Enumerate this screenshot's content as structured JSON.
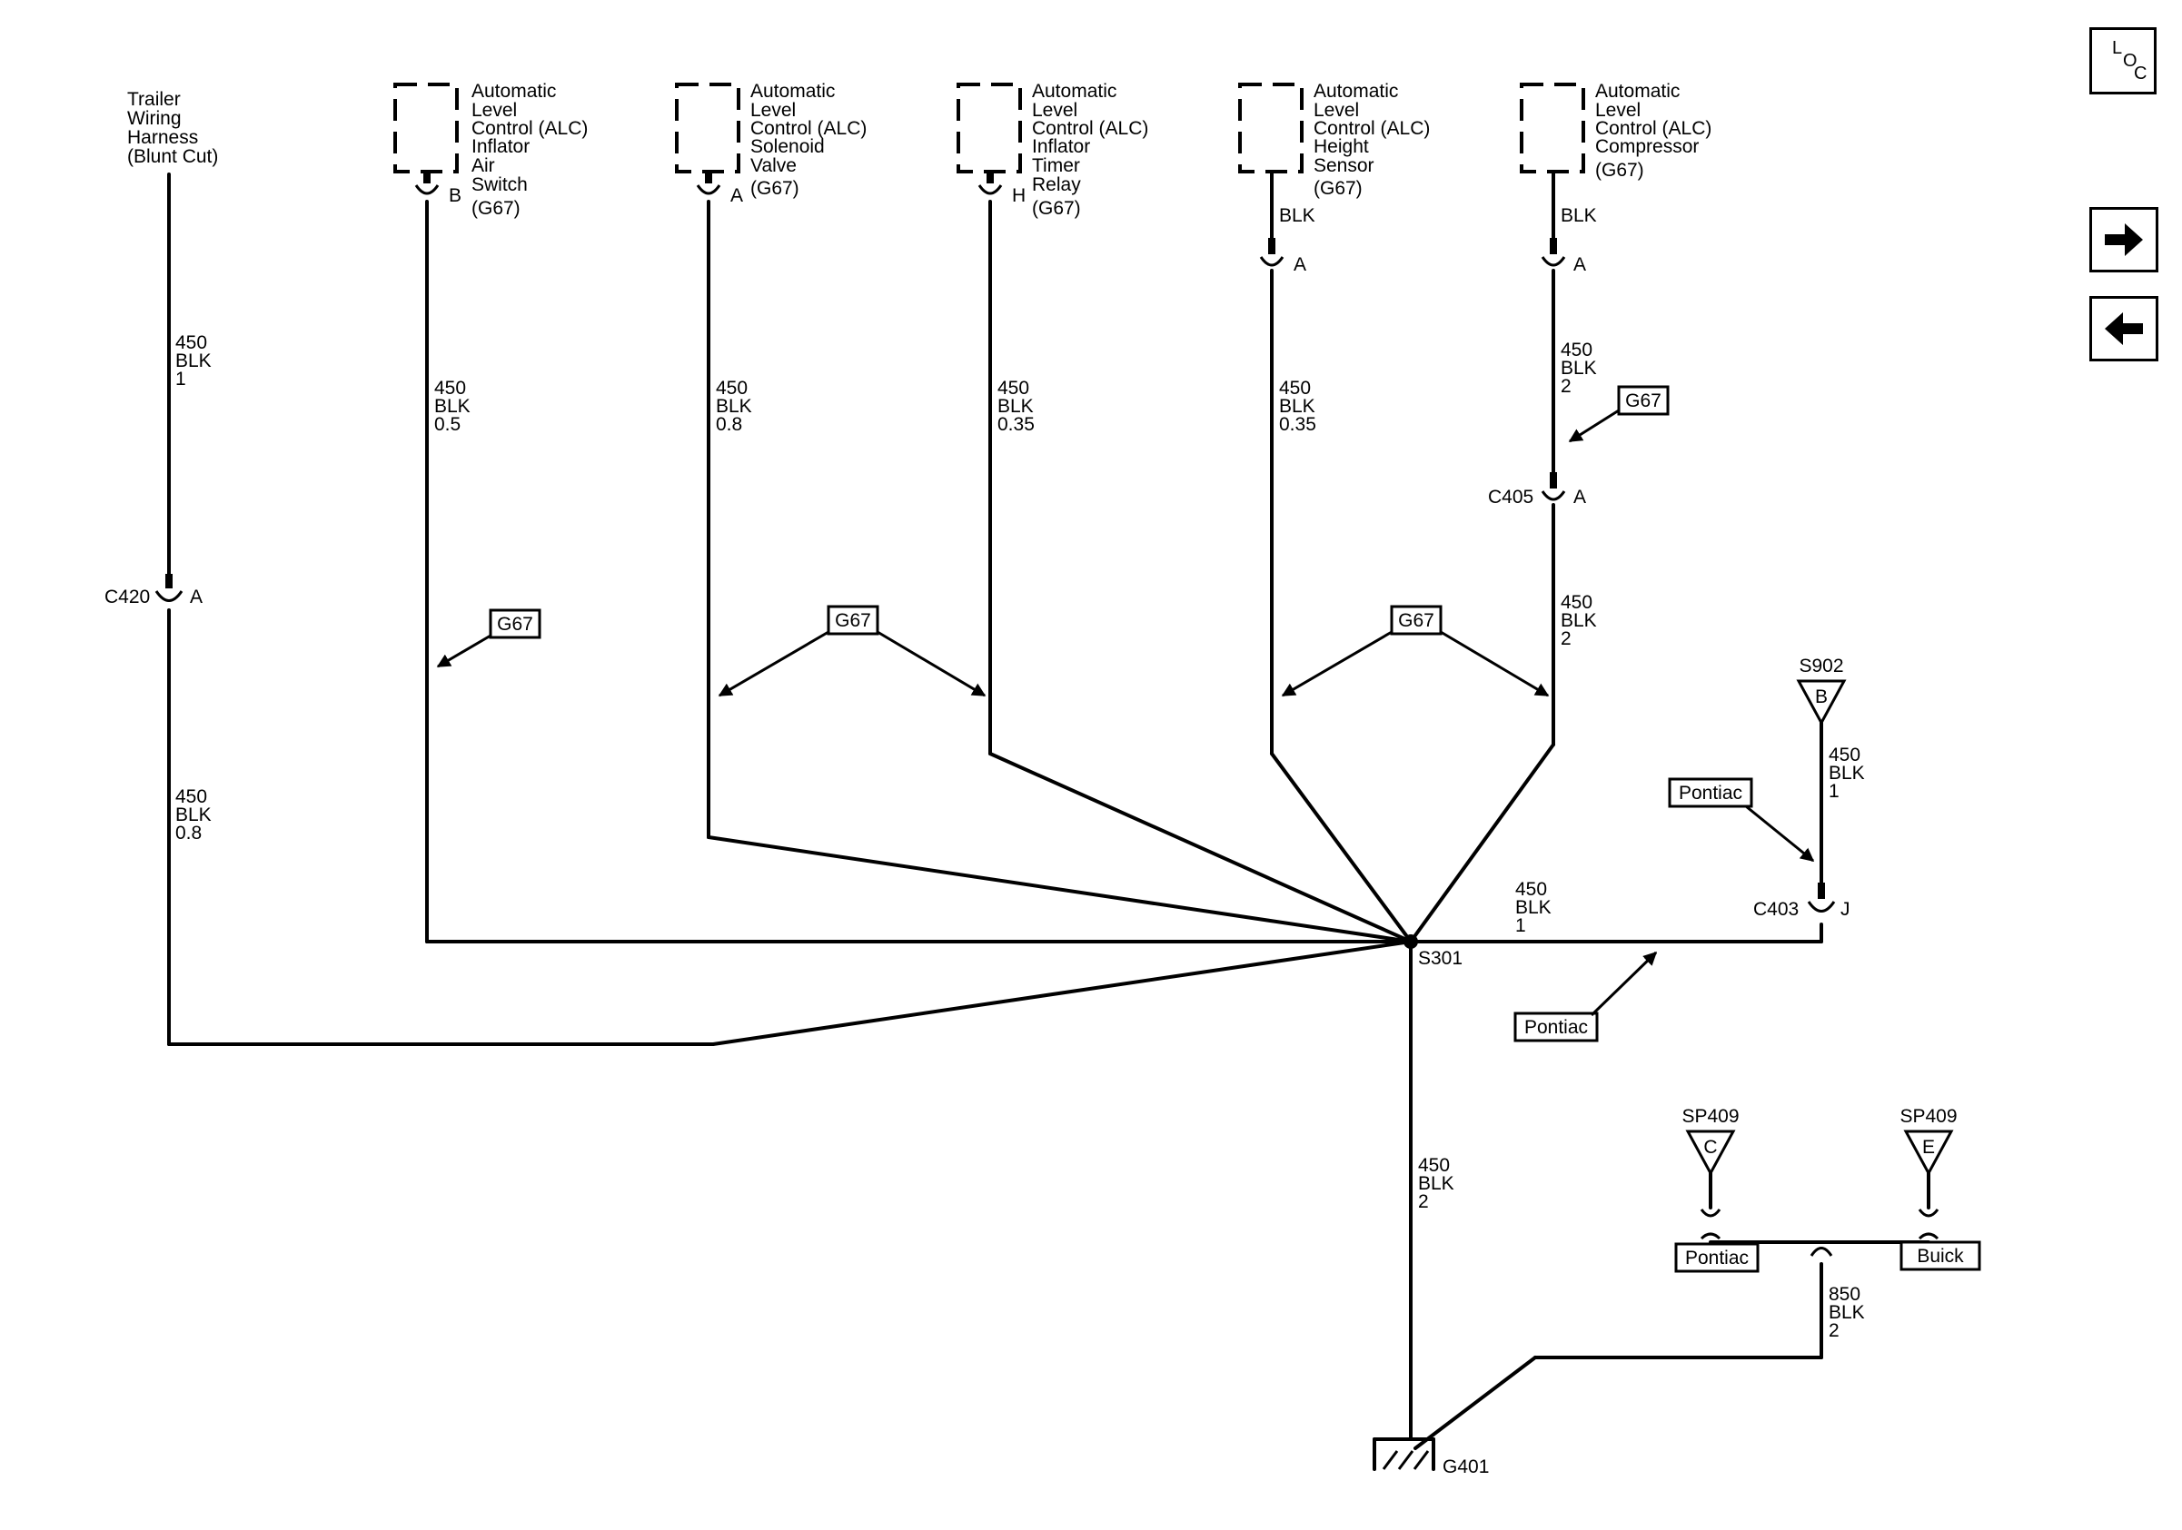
{
  "components": {
    "trailer_harness": [
      "Trailer",
      "Wiring",
      "Harness",
      "(Blunt Cut)"
    ],
    "inflator_air_switch": [
      "Automatic",
      "Level",
      "Control (ALC)",
      "Inflator",
      "Air",
      "Switch",
      "(G67)"
    ],
    "solenoid_valve": [
      "Automatic",
      "Level",
      "Control (ALC)",
      "Solenoid",
      "Valve",
      "(G67)"
    ],
    "inflator_timer_relay": [
      "Automatic",
      "Level",
      "Control (ALC)",
      "Inflator",
      "Timer",
      "Relay",
      "(G67)"
    ],
    "height_sensor": [
      "Automatic",
      "Level",
      "Control (ALC)",
      "Height",
      "Sensor",
      "(G67)"
    ],
    "compressor": [
      "Automatic",
      "Level",
      "Control (ALC)",
      "Compressor",
      "(G67)"
    ]
  },
  "pins": {
    "air_switch": "B",
    "solenoid": "A",
    "timer_relay": "H",
    "height_sensor": "A",
    "compressor": "A",
    "c405": "A",
    "c420": "A",
    "c403": "J"
  },
  "connectors": {
    "c420": "C420",
    "c405": "C405",
    "c403": "C403"
  },
  "wires": {
    "w1": [
      "450",
      "BLK",
      "1"
    ],
    "w2": [
      "450",
      "BLK",
      "0.5"
    ],
    "w3": [
      "450",
      "BLK",
      "0.8"
    ],
    "w4": [
      "450",
      "BLK",
      "0.35"
    ],
    "w5": [
      "450",
      "BLK",
      "0.35"
    ],
    "w6": [
      "450",
      "BLK",
      "2"
    ],
    "w7": [
      "450",
      "BLK",
      "2"
    ],
    "w8": [
      "450",
      "BLK",
      "0.8"
    ],
    "w9": [
      "450",
      "BLK",
      "1"
    ],
    "w10": [
      "450",
      "BLK",
      "1"
    ],
    "w11": [
      "450",
      "BLK",
      "2"
    ],
    "w12": [
      "850",
      "BLK",
      "2"
    ],
    "short_blk_height": "BLK",
    "short_blk_compressor": "BLK"
  },
  "options": {
    "g67_1": "G67",
    "g67_2": "G67",
    "g67_3": "G67",
    "g67_4": "G67",
    "pontiac_1": "Pontiac",
    "pontiac_2": "Pontiac",
    "pontiac_3": "Pontiac",
    "buick": "Buick"
  },
  "splices": {
    "s301": "S301",
    "s902": "S902",
    "s902_pin": "B",
    "sp409_c": "SP409",
    "sp409_c_pin": "C",
    "sp409_e": "SP409",
    "sp409_e_pin": "E"
  },
  "ground": {
    "g401": "G401"
  },
  "nav": {
    "loc_l": "L",
    "loc_o": "O",
    "loc_c": "C",
    "forward_icon": "arrow-right-icon",
    "back_icon": "arrow-left-icon"
  }
}
